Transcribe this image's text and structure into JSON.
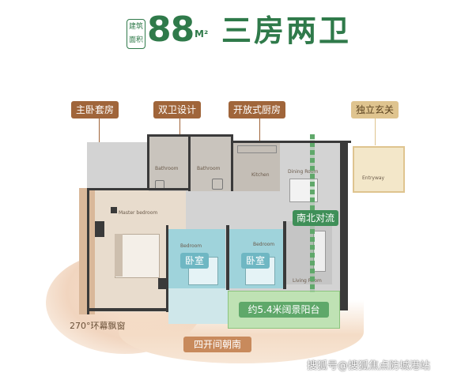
{
  "header": {
    "badge_line1": "建筑",
    "badge_line2": "面积",
    "area": "88",
    "unit": "M²",
    "title": "三房两卫"
  },
  "callouts": {
    "master_suite": "主卧套房",
    "double_bath": "双卫设计",
    "open_kitchen": "开放式厨房",
    "entrance": "独立玄关"
  },
  "rooms": {
    "bathroom_1": "Bathroom",
    "bathroom_2": "Bathroom",
    "kitchen": "Kitchen",
    "dining": "Dining Room",
    "entryway": "Entryway",
    "master_bedroom": "Master bedroom",
    "bedroom_1": "Bedroom",
    "bedroom_2": "Bedroom",
    "living": "Living Room"
  },
  "labels": {
    "bedroom_a": "卧室",
    "bedroom_b": "卧室",
    "north_south": "南北对流",
    "balcony": "约5.4米阔景阳台",
    "bay_window": "270°环幕飘窗",
    "south_facing": "四开间朝南"
  },
  "watermark": "搜狐号@搜狐焦点防城港站",
  "colors": {
    "green": "#2f7a4a",
    "brown": "#a0653a",
    "gold": "#dfc48f",
    "teal": "#9fd3db",
    "balcony_green": "#bfe2b4"
  }
}
